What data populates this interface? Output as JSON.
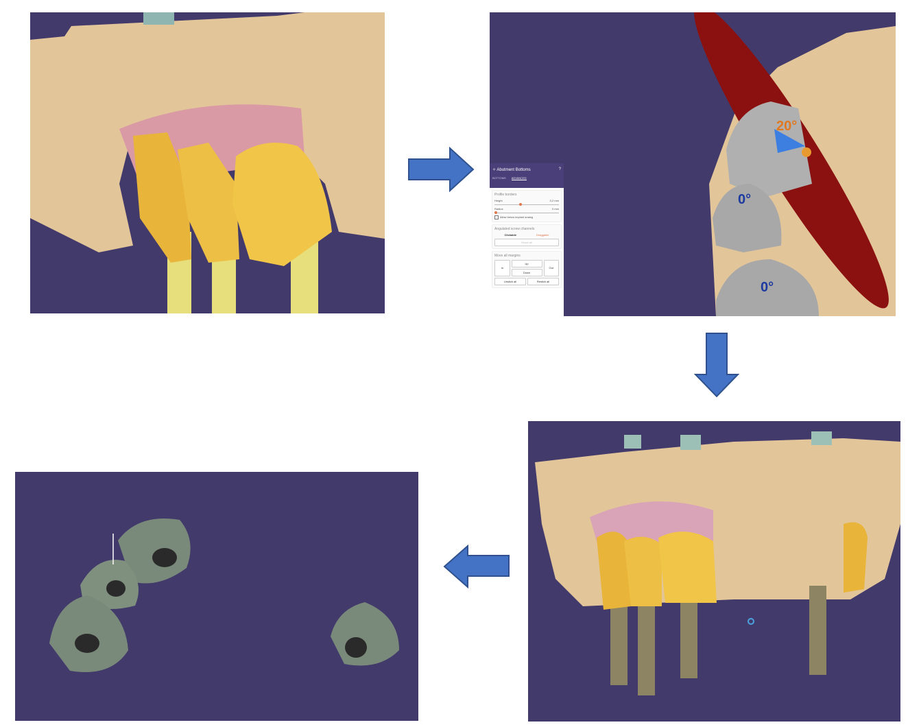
{
  "figure": {
    "panels": [
      "original-scan-with-crowns",
      "abutment-bottoms-screw-channels",
      "bridge-on-model",
      "milled-abutment-bottoms"
    ],
    "arrows": [
      "right",
      "down",
      "left"
    ]
  },
  "abutment_ui": {
    "title": "Abutment Bottoms",
    "tabs": [
      "BOTTOMS",
      "ADVANCED"
    ],
    "active_tab": "ADVANCED",
    "profile_borders": {
      "title": "Profile borders",
      "height_label": "Height",
      "height_value": "0,2 mm",
      "height_fraction": 0.4,
      "radius_label": "Radius",
      "radius_value": "0 mm",
      "radius_fraction": 0.0,
      "checkbox_label": "Allow below implant analog"
    },
    "screw_channels": {
      "title": "Angulated screw channels",
      "clickable": "Clickable",
      "draggable": "Draggable",
      "reset": "Reset all"
    },
    "move_margins": {
      "title": "Move all margins",
      "in": "In",
      "up": "Up",
      "down": "Down",
      "out": "Out",
      "unstick": "Unstick all",
      "restick": "Restick all"
    }
  },
  "viewport_labels": {
    "angle_main": "20°",
    "angle_2": "0°",
    "angle_3": "0°"
  },
  "colors": {
    "background": "#433a6c",
    "arrow": "#4472c4",
    "gum": "#e3c59a",
    "crown": "#e8b53a",
    "channel": "#8b1010"
  }
}
